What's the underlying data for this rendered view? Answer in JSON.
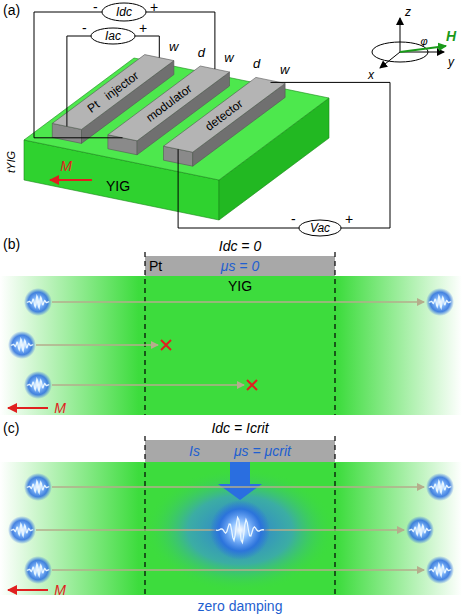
{
  "diagram": {
    "nodes": [
      {
        "text": [
          "Pt",
          "injector"
        ]
      },
      {
        "text": [
          "modulator"
        ]
      },
      {
        "text": [
          "detector"
        ]
      },
      {
        "text": [
          "Pt",
          "μs = 0"
        ]
      },
      {
        "text": [
          "YIG"
        ]
      },
      {
        "text": [
          "Is",
          "μs = μcrit"
        ]
      }
    ],
    "labels": [
      "(a)",
      "-",
      "Idc",
      "+",
      "-",
      "Iac",
      "+",
      "w",
      "w",
      "w",
      "d",
      "d",
      "tYIG",
      "M",
      "YIG",
      "-",
      "Vac",
      "+",
      "z",
      "x",
      "y",
      "H",
      "φ",
      "(b)",
      "Idc = 0",
      "M",
      "(c)",
      "Idc = Icrit",
      "M",
      "zero damping"
    ]
  }
}
